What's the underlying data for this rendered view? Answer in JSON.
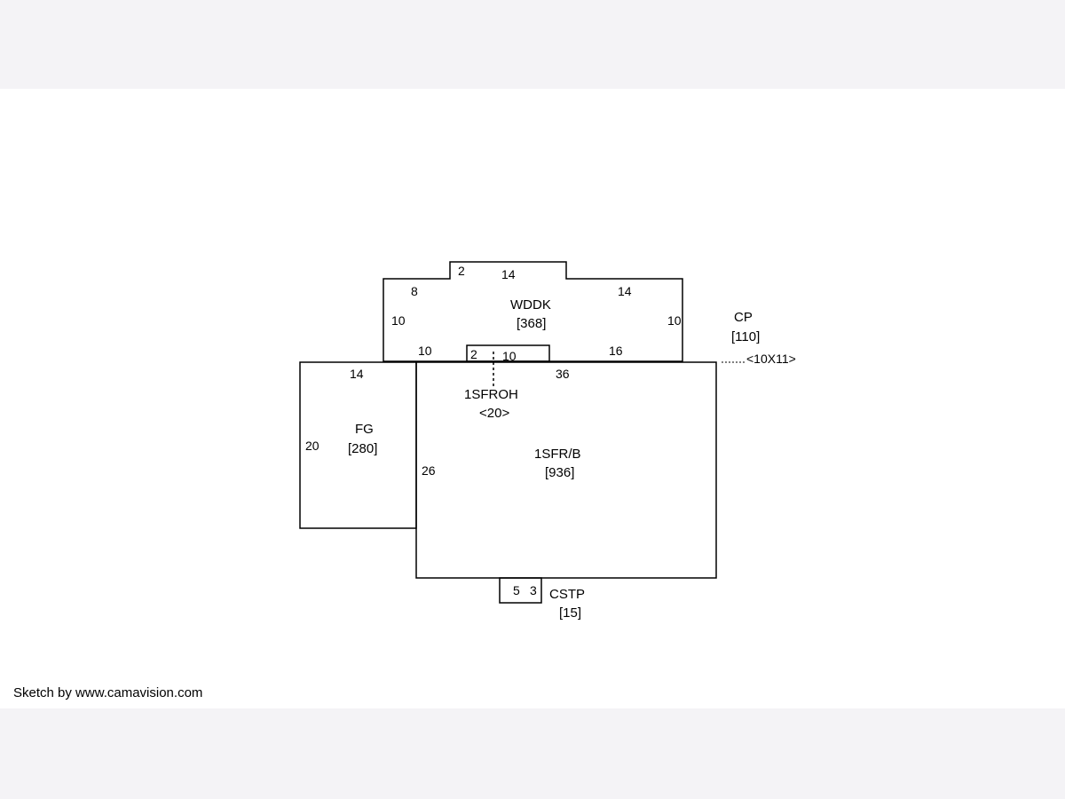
{
  "sketch": {
    "areas": [
      {
        "code": "WDDK",
        "area": "[368]"
      },
      {
        "code": "1SFROH",
        "area": "<20>"
      },
      {
        "code": "FG",
        "area": "[280]"
      },
      {
        "code": "1SFR/B",
        "area": "[936]"
      },
      {
        "code": "CSTP",
        "area": "[15]"
      },
      {
        "code": "CP",
        "area": "[110]",
        "note": "<10X11>"
      }
    ],
    "dimensions": {
      "wddk": [
        "2",
        "14",
        "8",
        "14",
        "10",
        "10",
        "10",
        "16"
      ],
      "ohang": [
        "2",
        "10"
      ],
      "fg": [
        "14",
        "20"
      ],
      "main": [
        "36",
        "26"
      ],
      "cstp": [
        "5",
        "3"
      ]
    }
  },
  "footer": {
    "credit": "Sketch by www.camavision.com"
  }
}
